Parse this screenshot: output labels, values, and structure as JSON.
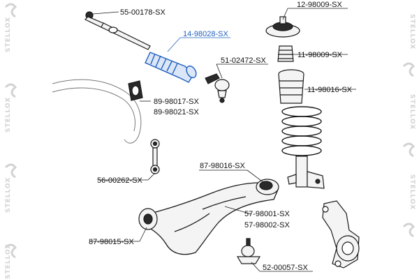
{
  "colors": {
    "line": "#1a1a1a",
    "highlight": "#1f5fbf",
    "watermark": "#d2d2d2",
    "part_fill": "#f4f4f4",
    "dark": "#2a2a2a"
  },
  "watermark": {
    "brand": "STELLOX",
    "icon": "stellox-logo-icon"
  },
  "parts": [
    {
      "id": "tie-rod",
      "label": "55-00178-SX",
      "highlight": false
    },
    {
      "id": "steering-boot",
      "label": "14-98028-SX",
      "highlight": true
    },
    {
      "id": "ball-joint-upper",
      "label": "51-02472-SX",
      "highlight": false
    },
    {
      "id": "stabilizer-bushing-1",
      "label": "89-98017-SX",
      "highlight": false
    },
    {
      "id": "stabilizer-bushing-2",
      "label": "89-98021-SX",
      "highlight": false
    },
    {
      "id": "stabilizer-link",
      "label": "56-00262-SX",
      "highlight": false
    },
    {
      "id": "arm-bushing-rear",
      "label": "87-98016-SX",
      "highlight": false
    },
    {
      "id": "control-arm-1",
      "label": "57-98001-SX",
      "highlight": false
    },
    {
      "id": "control-arm-2",
      "label": "57-98002-SX",
      "highlight": false
    },
    {
      "id": "arm-bushing-front",
      "label": "87-98015-SX",
      "highlight": false
    },
    {
      "id": "ball-joint-lower",
      "label": "52-00057-SX",
      "highlight": false
    },
    {
      "id": "strut-mount",
      "label": "12-98009-SX",
      "highlight": false
    },
    {
      "id": "bump-stop",
      "label": "11-98009-SX",
      "highlight": false
    },
    {
      "id": "dust-boot",
      "label": "11-98016-SX",
      "highlight": false
    }
  ]
}
